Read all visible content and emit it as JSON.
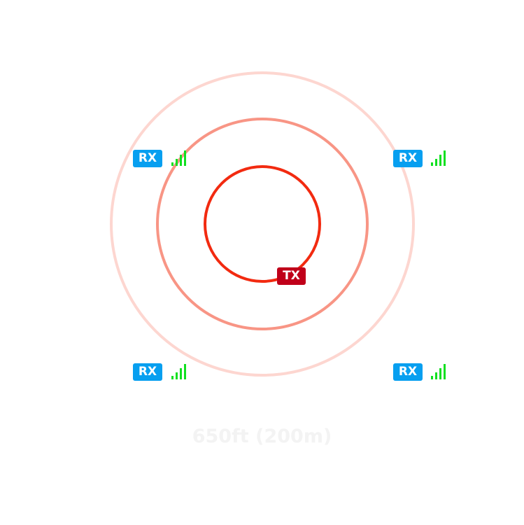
{
  "transmitter": {
    "label": "TX",
    "color": "#c0001a"
  },
  "receivers": [
    {
      "label": "RX",
      "position": "top-left"
    },
    {
      "label": "RX",
      "position": "top-right"
    },
    {
      "label": "RX",
      "position": "bottom-left"
    },
    {
      "label": "RX",
      "position": "bottom-right"
    }
  ],
  "rings": [
    {
      "name": "inner",
      "color": "#f22a10"
    },
    {
      "name": "middle",
      "color": "#f89585"
    },
    {
      "name": "outer",
      "color": "#fdd6d0"
    }
  ],
  "range_label": "650ft (200m)",
  "colors": {
    "rx": "#079ff0",
    "signal": "#10e020"
  }
}
